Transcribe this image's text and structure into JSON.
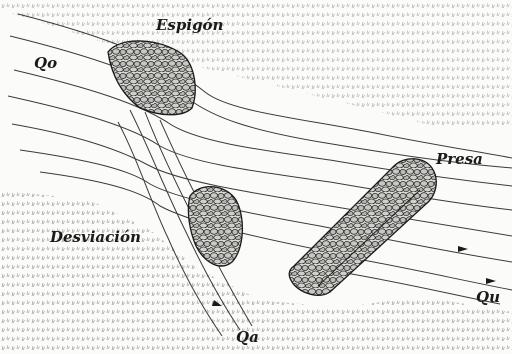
{
  "labels": {
    "espigon": "Espigón",
    "qo": "Qo",
    "presa": "Presa",
    "desviacion": "Desviación",
    "qa": "Qa",
    "qu": "Qu"
  },
  "colors": {
    "ink": "#1a1a1a",
    "paper": "#fbfbfa",
    "water_line": "#3a3a3a",
    "rock_fill": "#d9d9d6"
  }
}
